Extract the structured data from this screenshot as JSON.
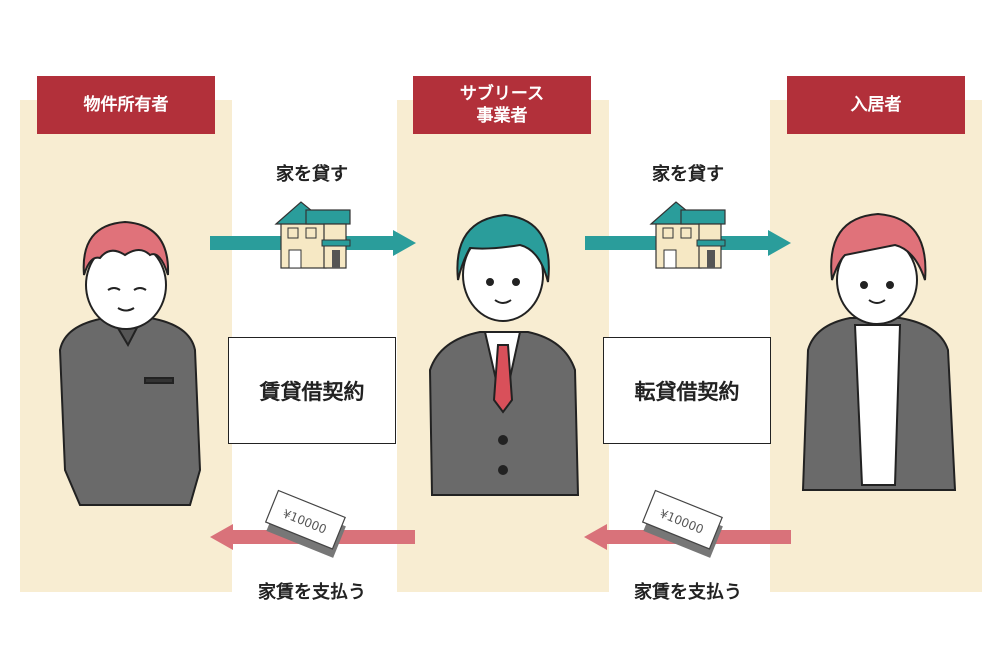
{
  "roles": [
    {
      "title": "物件所有者"
    },
    {
      "title_line1": "サブリース",
      "title_line2": "事業者"
    },
    {
      "title": "入居者"
    }
  ],
  "flows": {
    "lend_label_1": "家を貸す",
    "lend_label_2": "家を貸す",
    "pay_label_1": "家賃を支払う",
    "pay_label_2": "家賃を支払う",
    "bill_text_1": "¥10000",
    "bill_text_2": "¥10000"
  },
  "contracts": [
    "賃貸借契約",
    "転貸借契約"
  ],
  "colors": {
    "header": "#b2303a",
    "column": "#f8edd2",
    "lend_arrow": "#2a9d9b",
    "pay_arrow": "#d9727a"
  }
}
